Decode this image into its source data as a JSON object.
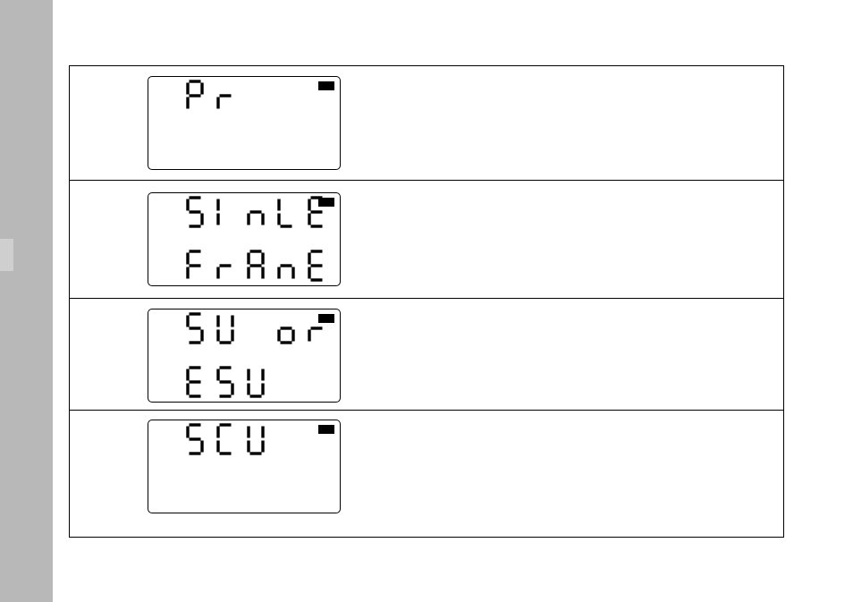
{
  "rows": [
    {
      "lines": [
        "Pr",
        ""
      ]
    },
    {
      "lines": [
        "SInLE",
        "FrAnE"
      ]
    },
    {
      "lines": [
        "SU or",
        "ESU"
      ]
    },
    {
      "lines": [
        "SCU",
        ""
      ]
    }
  ]
}
